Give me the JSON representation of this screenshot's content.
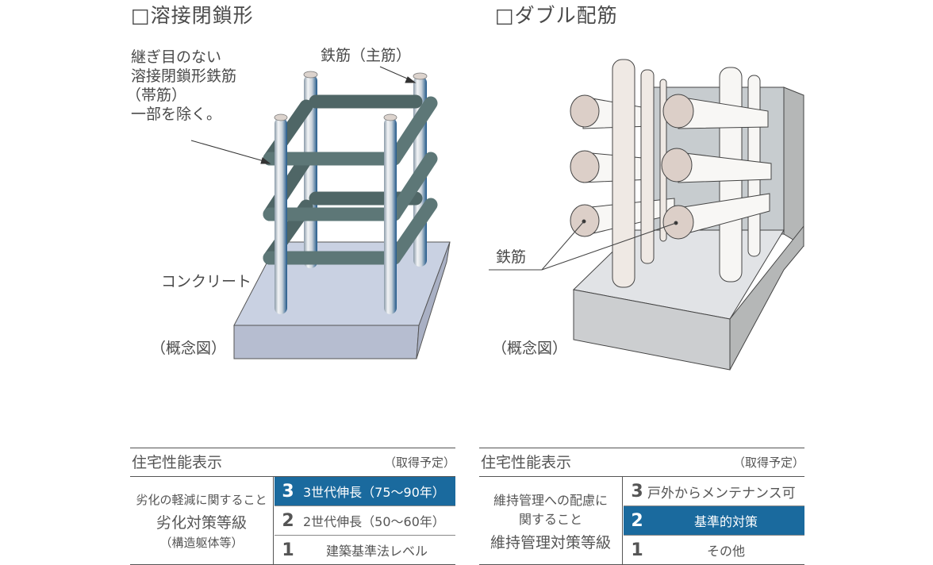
{
  "left_figure": {
    "title": "□溶接閉鎖形",
    "annotation_hoop": [
      "継ぎ目のない",
      "溶接閉鎖形鉄筋",
      "（帯筋）",
      "一部を除く。"
    ],
    "annotation_main": "鉄筋（主筋）",
    "annotation_concrete": "コンクリート",
    "caption": "（概念図）"
  },
  "right_figure": {
    "title": "□ダブル配筋",
    "annotation_rebar": "鉄筋",
    "caption": "（概念図）"
  },
  "tables": [
    {
      "header": "住宅性能表示",
      "note": "（取得予定）",
      "left_lines": [
        "劣化の軽減に関すること",
        "劣化対策等級",
        "（構造躯体等）"
      ],
      "rows": [
        {
          "grade": "3",
          "label": "3世代伸長（75〜90年）",
          "highlighted": true
        },
        {
          "grade": "2",
          "label": "2世代伸長（50〜60年）",
          "highlighted": false
        },
        {
          "grade": "1",
          "label": "建築基準法レベル",
          "highlighted": false
        }
      ]
    },
    {
      "header": "住宅性能表示",
      "note": "（取得予定）",
      "left_lines": [
        "維持管理への配慮に",
        "関すること",
        "維持管理対策等級"
      ],
      "rows": [
        {
          "grade": "3",
          "label": "戸外からメンテナンス可",
          "highlighted": false
        },
        {
          "grade": "2",
          "label": "基準的対策",
          "highlighted": true
        },
        {
          "grade": "1",
          "label": "その他",
          "highlighted": false
        }
      ]
    }
  ],
  "colors": {
    "highlight": "#1a6a9e",
    "hoop_rebar": "#5d7777",
    "concrete_left": "#c5cedf",
    "rebar_end": "#dccfc8",
    "concrete_right": "#e1e3e6"
  }
}
